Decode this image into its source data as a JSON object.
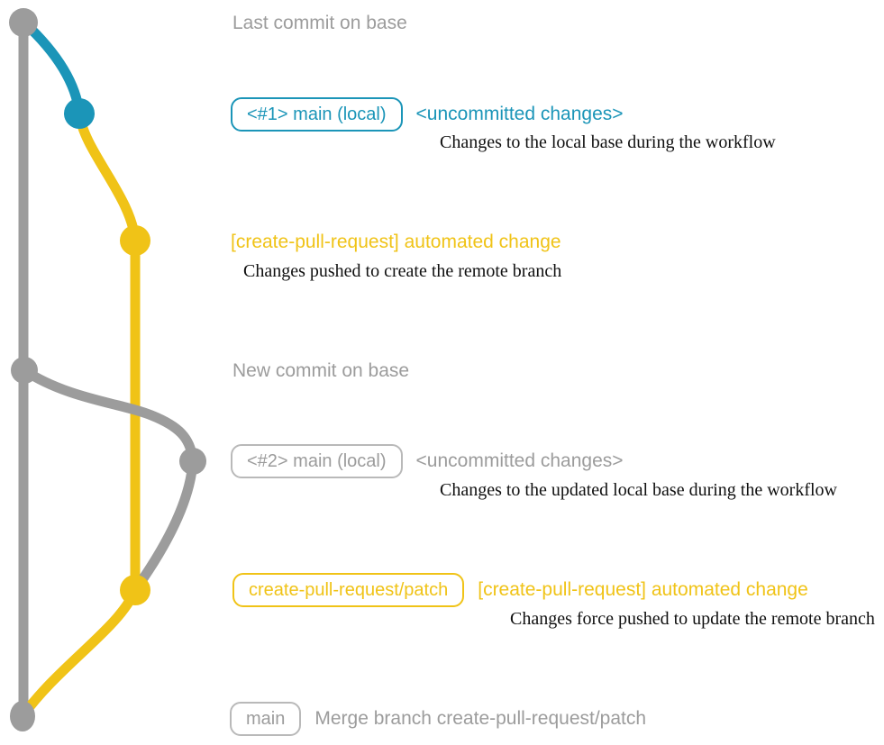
{
  "colors": {
    "gray": "#9c9c9c",
    "teal": "#1b95b8",
    "yellow": "#f0c317",
    "description_text": "#101010",
    "background": "#ffffff"
  },
  "graph": {
    "nodes": [
      {
        "id": "last-commit-on-base",
        "color": "gray"
      },
      {
        "id": "local-main-1-uncommitted",
        "color": "teal"
      },
      {
        "id": "automated-change-commit",
        "color": "yellow"
      },
      {
        "id": "new-commit-on-base",
        "color": "gray"
      },
      {
        "id": "local-main-2-uncommitted",
        "color": "gray"
      },
      {
        "id": "force-pushed-commit",
        "color": "yellow"
      },
      {
        "id": "merge-commit",
        "color": "gray"
      }
    ],
    "branches": [
      {
        "id": "base-branch",
        "color": "gray"
      },
      {
        "id": "local-main-branch",
        "color": "teal"
      },
      {
        "id": "create-pull-request-patch-branch",
        "color": "yellow"
      },
      {
        "id": "updated-local-main-branch",
        "color": "gray"
      }
    ]
  },
  "annotations": {
    "last_commit": "Last commit on base",
    "workflow1": {
      "badge": "<#1> main (local)",
      "title": "<uncommitted changes>",
      "desc": "Changes to the local base during the workflow"
    },
    "push1": {
      "title": "[create-pull-request] automated change",
      "desc": "Changes pushed to create the remote branch"
    },
    "new_commit": "New commit on base",
    "workflow2": {
      "badge": "<#2> main (local)",
      "title": "<uncommitted changes>",
      "desc": "Changes to the updated local base during the workflow"
    },
    "push2": {
      "badge": "create-pull-request/patch",
      "title": "[create-pull-request] automated change",
      "desc": "Changes force pushed to update the remote branch"
    },
    "merge": {
      "badge": "main",
      "title": "Merge branch create-pull-request/patch"
    }
  }
}
